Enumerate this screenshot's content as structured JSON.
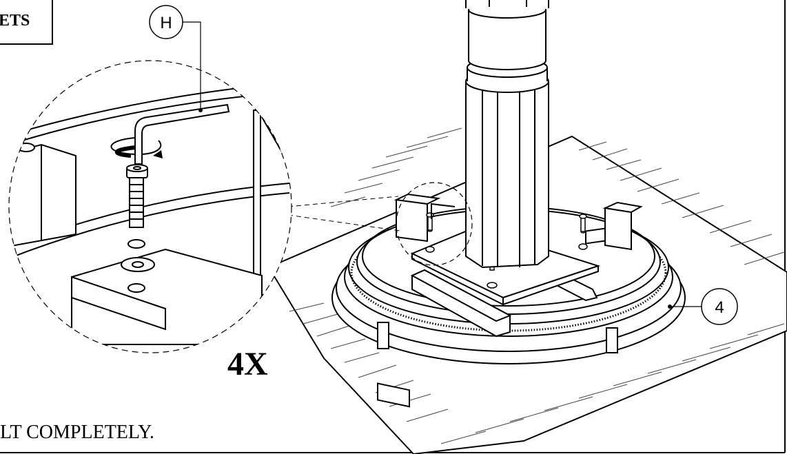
{
  "header": {
    "title_fragment": "ETS"
  },
  "callouts": {
    "tool_letter": "H",
    "part_number": "4"
  },
  "multiplier": "4X",
  "instruction": {
    "text_fragment": "LT COMPLETELY."
  },
  "colors": {
    "line": "#000000",
    "background": "#ffffff",
    "hatch": "#333333"
  }
}
